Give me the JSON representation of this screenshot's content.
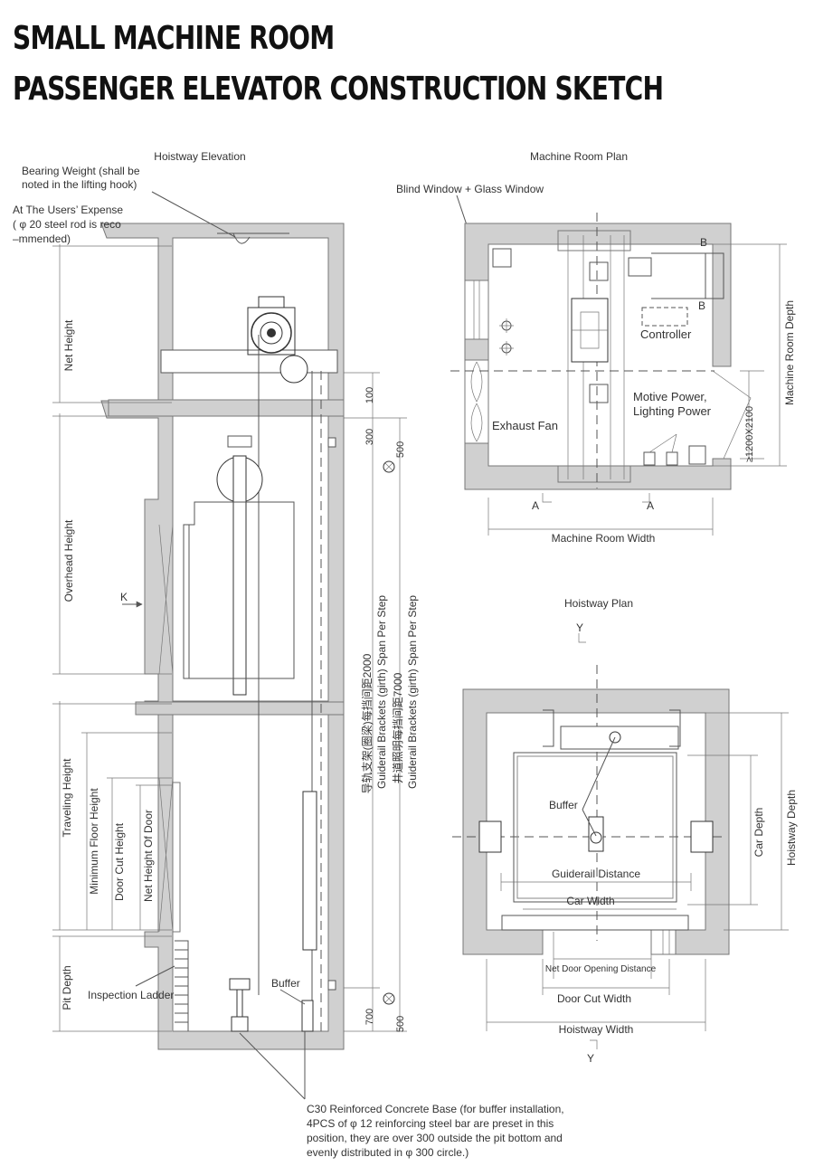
{
  "title": {
    "line1": "SMALL MACHINE ROOM",
    "line2": "PASSENGER ELEVATOR CONSTRUCTION SKETCH"
  },
  "elevation": {
    "title": "Hoistway Elevation",
    "bearing_1": "Bearing Weight (shall be",
    "bearing_2": "noted in the lifting hook)",
    "users_1": "At The Users’  Expense",
    "users_2": "( φ 20 steel rod is reco",
    "users_3": "–mmended)",
    "net_height": "Net Height",
    "overhead_height": "Overhead Height",
    "k_mark": "K",
    "traveling_height": "Traveling Height",
    "min_floor_height": "Minimum Floor Height",
    "door_cut_height": "Door Cut Height",
    "net_height_door": "Net Height Of Door",
    "pit_depth": "Pit Depth",
    "inspection_ladder": "Inspection Ladder",
    "buffer": "Buffer",
    "dim_100": "100",
    "dim_300": "300",
    "dim_500_top": "500",
    "dim_700": "700",
    "dim_500_bottom": "500",
    "bracket_cn_2000": "导轨支架(圈梁)每挡间距2000",
    "bracket_en_1": "Guiderail Brackets (girth) Span Per Step",
    "bracket_cn_7000": "井道照明每挡间距7000",
    "bracket_en_2": "Guiderail Brackets (girth) Span Per Step",
    "concrete_1": "C30 Reinforced Concrete Base (for buffer installation,",
    "concrete_2": "4PCS of φ 12 reinforcing steel bar are preset in this",
    "concrete_3": "position, they are over 300 outside the pit bottom and",
    "concrete_4": "evenly distributed in φ 300 circle.)"
  },
  "machine_room": {
    "title": "Machine Room Plan",
    "window": "Blind Window + Glass Window",
    "b_top": "B",
    "b_bottom": "B",
    "controller": "Controller",
    "motive_1": "Motive Power,",
    "motive_2": "Lighting Power",
    "exhaust_fan": "Exhaust Fan",
    "depth": "Machine Room Depth",
    "door_size": "≥1200X2100",
    "a_left": "A",
    "a_right": "A",
    "width": "Machine Room Width"
  },
  "hoistway_plan": {
    "title": "Hoistway Plan",
    "y_top": "Y",
    "buffer": "Buffer",
    "guiderail_distance": "Guiderail Distance",
    "car_width": "Car Width",
    "car_depth": "Car Depth",
    "hoistway_depth": "Hoistway Depth",
    "net_door_opening": "Net Door Opening Distance",
    "door_cut_width": "Door Cut Width",
    "hoistway_width": "Hoistway Width",
    "y_bottom": "Y"
  }
}
